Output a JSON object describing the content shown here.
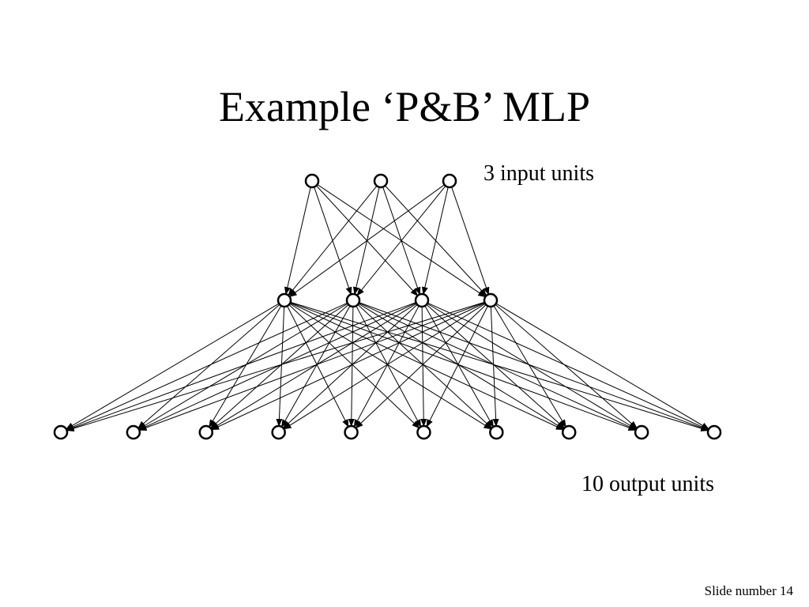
{
  "slide": {
    "title": "Example ‘P&B’ MLP",
    "input_label": "3 input units",
    "output_label": "10 output units",
    "slide_number_text": "Slide number 14"
  },
  "network": {
    "layers": [
      {
        "name": "input",
        "units": 3
      },
      {
        "name": "hidden",
        "units": 4
      },
      {
        "name": "output",
        "units": 10
      }
    ],
    "connectivity": "fully-connected",
    "direction": "top-to-bottom",
    "line_color": "#000000",
    "node_fill": "#ffffff",
    "node_stroke": "#000000"
  }
}
